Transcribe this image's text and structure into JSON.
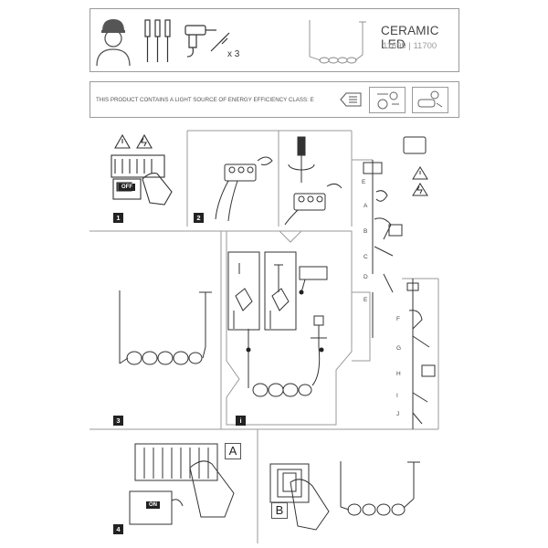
{
  "header": {
    "title": "CERAMIC LED",
    "codes": "11699 | 11700",
    "tools_quantity": "x 3"
  },
  "energy_notice": "THIS PRODUCT CONTAINS A LIGHT SOURCE OF ENERGY EFFICIENCY CLASS: E",
  "steps": [
    "1",
    "2",
    "3",
    "i",
    "4"
  ],
  "panel_labels": {
    "a": "A",
    "b": "B"
  },
  "switch_labels": {
    "off": "OFF",
    "on": "ON"
  },
  "parts_letters": [
    "E",
    "A",
    "B",
    "C",
    "D",
    "E",
    "F",
    "G",
    "H",
    "I",
    "J"
  ]
}
